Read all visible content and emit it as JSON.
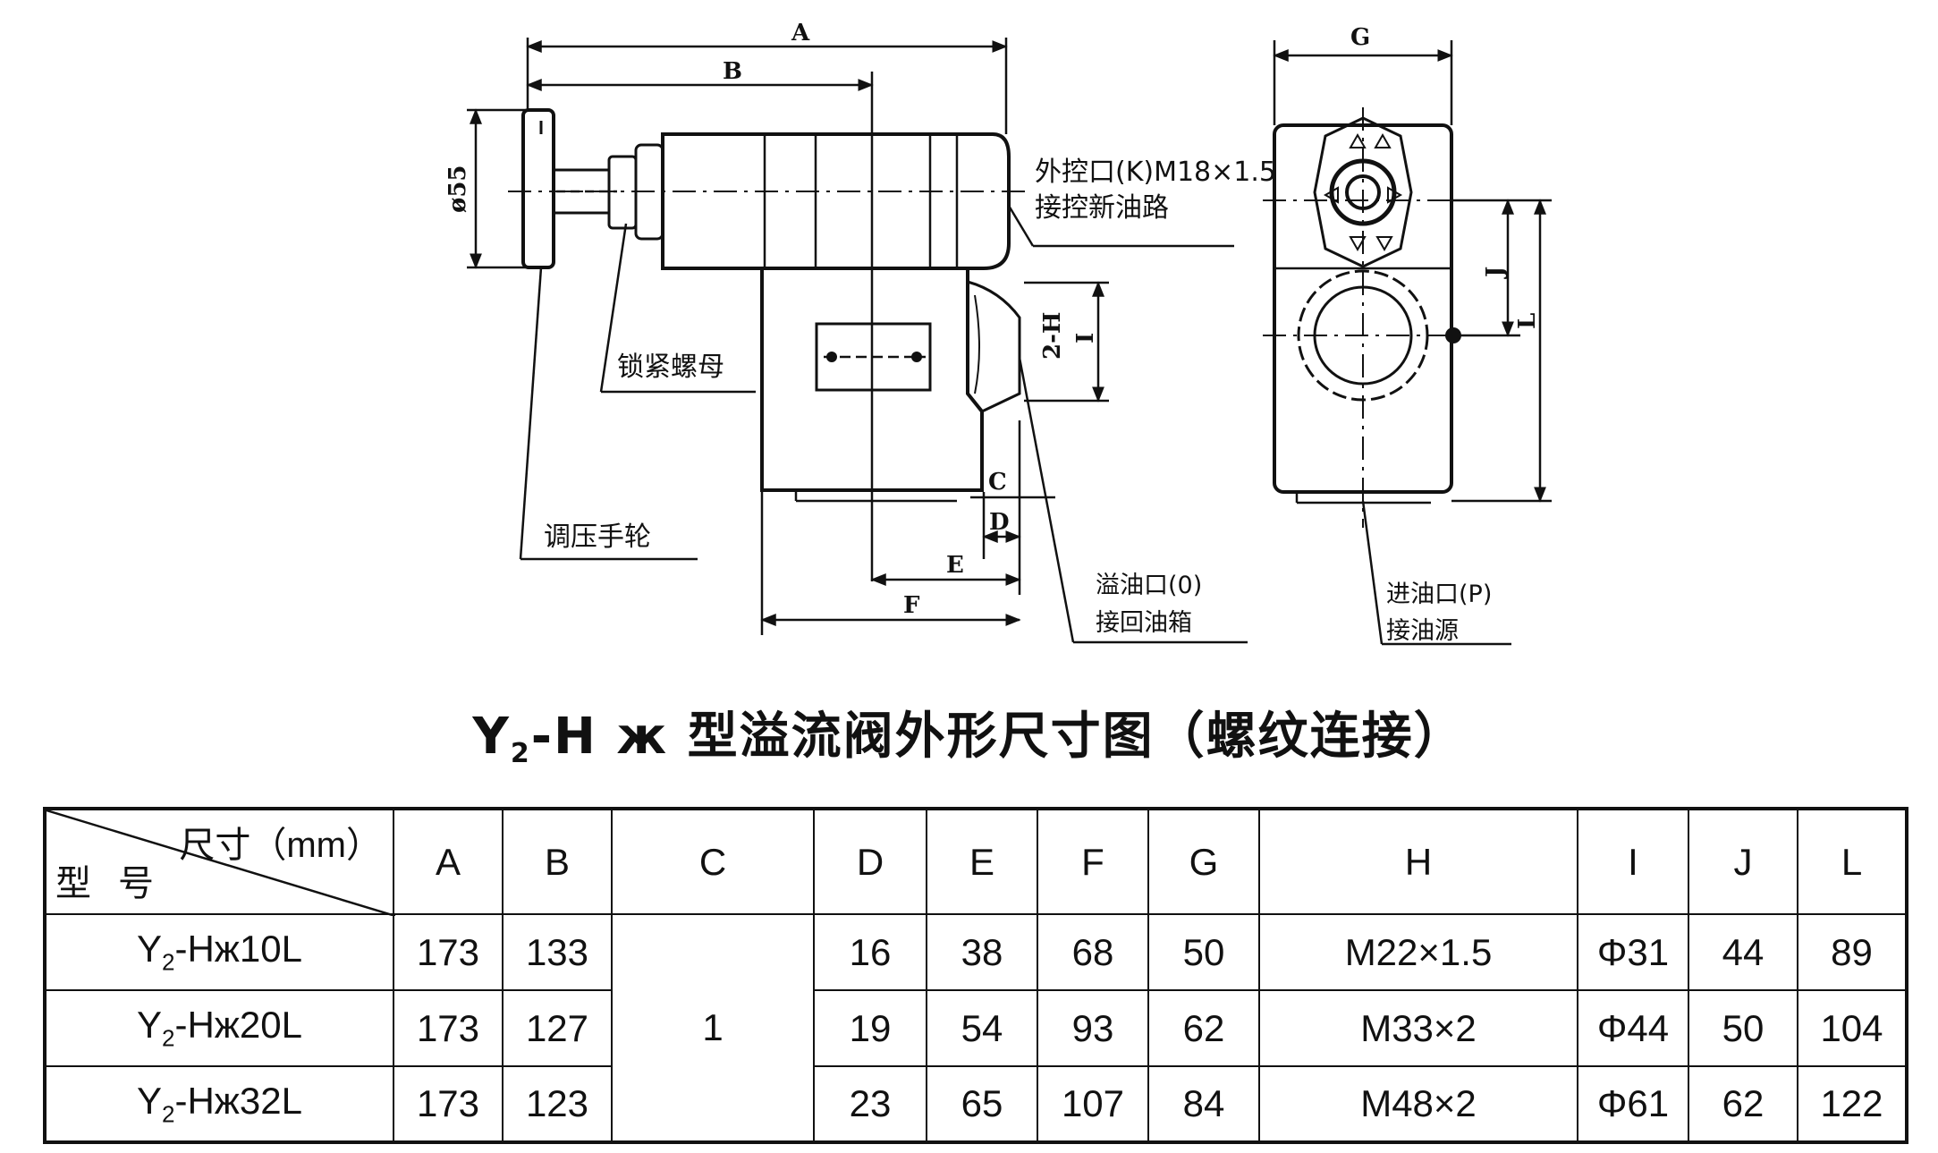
{
  "title": {
    "prefix": "Y",
    "sub": "2",
    "suffix": "-H ж 型溢流阀外形尺寸图（螺纹连接）"
  },
  "callouts": {
    "external_control_port": "外控口(K)M18×1.5",
    "external_control_note": "接控新油路",
    "lock_nut": "锁紧螺母",
    "pressure_handwheel": "调压手轮",
    "overflow_port": "溢油口(0)",
    "overflow_note": "接回油箱",
    "inlet_port": "进油口(P)",
    "inlet_note": "接油源"
  },
  "dimension_labels": {
    "A": "A",
    "B": "B",
    "C": "C",
    "D": "D",
    "E": "E",
    "F": "F",
    "G": "G",
    "I": "I",
    "J": "J",
    "L": "L",
    "phi55": "ø55",
    "two_h": "2-H"
  },
  "table": {
    "corner_size": "尺寸（mm）",
    "corner_model": "型号",
    "headers": [
      "A",
      "B",
      "C",
      "D",
      "E",
      "F",
      "G",
      "H",
      "I",
      "J",
      "L"
    ],
    "c_value": "1",
    "rows": [
      {
        "prefix": "Y",
        "sub": "2",
        "suffix": "-Hж10L",
        "A": "173",
        "B": "133",
        "D": "16",
        "E": "38",
        "F": "68",
        "G": "50",
        "H": "M22×1.5",
        "I": "Φ31",
        "J": "44",
        "L": "89"
      },
      {
        "prefix": "Y",
        "sub": "2",
        "suffix": "-Hж20L",
        "A": "173",
        "B": "127",
        "D": "19",
        "E": "54",
        "F": "93",
        "G": "62",
        "H": "M33×2",
        "I": "Φ44",
        "J": "50",
        "L": "104"
      },
      {
        "prefix": "Y",
        "sub": "2",
        "suffix": "-Hж32L",
        "A": "173",
        "B": "123",
        "D": "23",
        "E": "65",
        "F": "107",
        "G": "84",
        "H": "M48×2",
        "I": "Φ61",
        "J": "62",
        "L": "122"
      }
    ]
  }
}
